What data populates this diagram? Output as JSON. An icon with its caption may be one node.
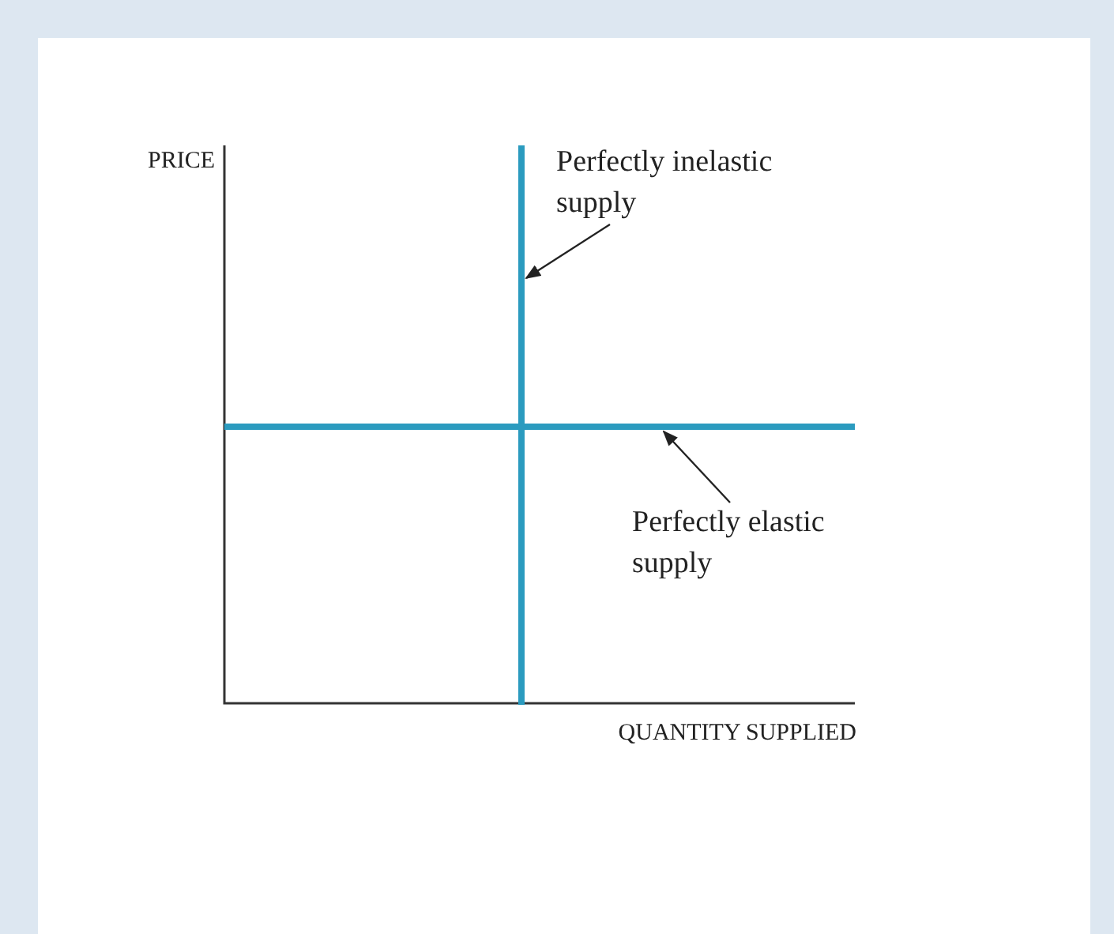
{
  "diagram": {
    "nodes": [
      {
        "text": [
          "Perfectly inelastic supply"
        ]
      },
      {
        "text": [],
        "shape": "bar"
      },
      {
        "text": [
          "Perfectly elastic supply"
        ]
      },
      {
        "text": [],
        "shape": "bar"
      }
    ],
    "edges": [
      {
        "from": 0,
        "to": 1,
        "arrow": "to"
      },
      {
        "from": 2,
        "to": 3,
        "arrow": "to"
      }
    ],
    "labels": [
      "PRICE",
      "QUANTITY SUPPLIED"
    ]
  }
}
